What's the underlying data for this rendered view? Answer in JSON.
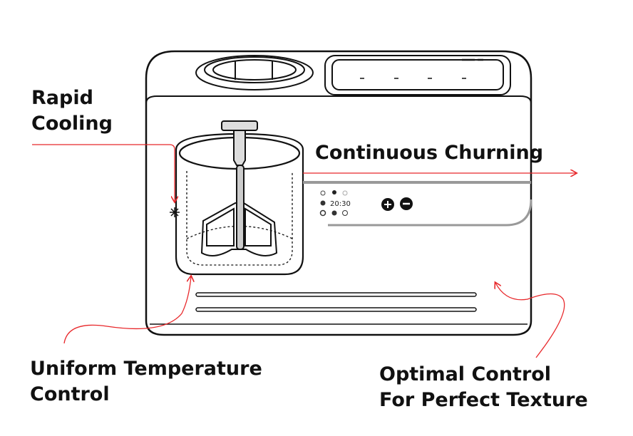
{
  "labels": {
    "rapid_cooling": [
      "Rapid",
      "Cooling"
    ],
    "continuous_churning": "Continuous Churning",
    "uniform_temperature": [
      "Uniform Temperature",
      "Control"
    ],
    "optimal_control": [
      "Optimal Control",
      "For Perfect Texture"
    ]
  },
  "control_panel": {
    "time_display": "20:30",
    "icons": [
      "power-icon",
      "lightbulb-icon",
      "fan-icon",
      "gear-icon",
      "settings-icon",
      "flower-icon",
      "refresh-icon",
      "plus-icon",
      "minus-icon"
    ]
  },
  "colors": {
    "accent": "#e8272a",
    "line": "#111111"
  }
}
